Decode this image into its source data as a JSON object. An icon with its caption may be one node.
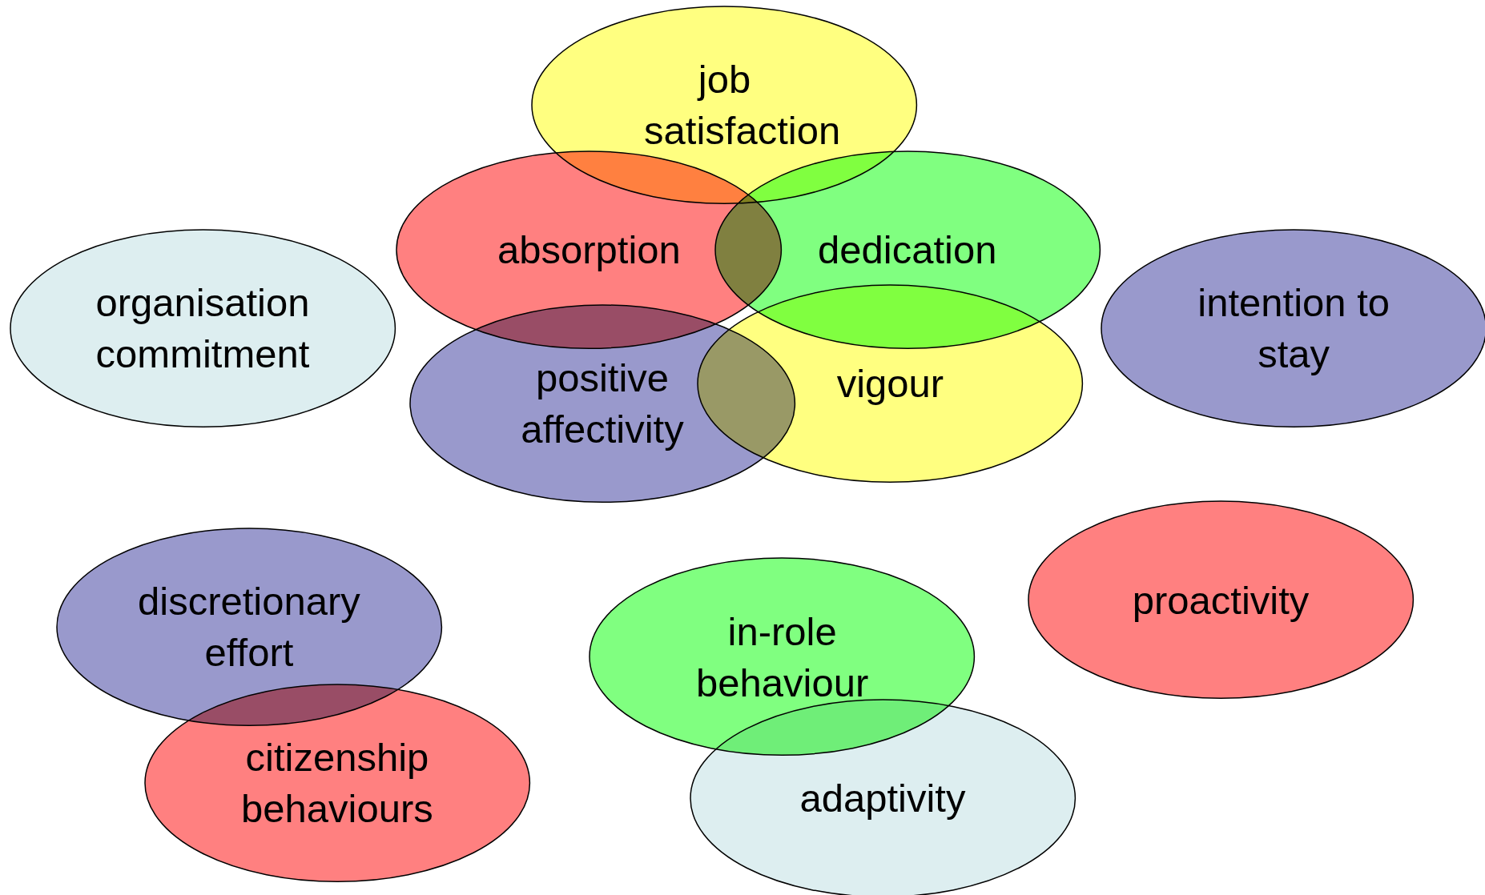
{
  "diagram": {
    "nodes": [
      {
        "text": [
          "job satisfaction"
        ]
      },
      {
        "text": [
          "absorption"
        ]
      },
      {
        "text": [
          "dedication"
        ]
      },
      {
        "text": [
          "organisation commitment"
        ]
      },
      {
        "text": [
          "intention to stay"
        ]
      },
      {
        "text": [
          "positive affectivity"
        ]
      },
      {
        "text": [
          "vigour"
        ]
      },
      {
        "text": [
          "discretionary effort"
        ]
      },
      {
        "text": [
          "proactivity"
        ]
      },
      {
        "text": [
          "in-role behaviour"
        ]
      },
      {
        "text": [
          "citizenship behaviours"
        ]
      },
      {
        "text": [
          "adaptivity"
        ]
      }
    ]
  }
}
